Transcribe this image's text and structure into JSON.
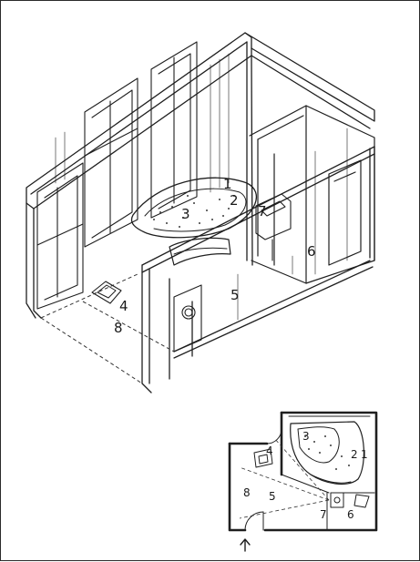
{
  "axonometric": {
    "labels": [
      {
        "key": "1",
        "text": "1"
      },
      {
        "key": "2",
        "text": "2"
      },
      {
        "key": "3",
        "text": "3"
      },
      {
        "key": "4",
        "text": "4"
      },
      {
        "key": "5",
        "text": "5"
      },
      {
        "key": "6",
        "text": "6"
      },
      {
        "key": "7",
        "text": "7"
      },
      {
        "key": "8",
        "text": "8"
      }
    ]
  },
  "plan": {
    "labels": [
      {
        "key": "1",
        "text": "1"
      },
      {
        "key": "2",
        "text": "2"
      },
      {
        "key": "3",
        "text": "3"
      },
      {
        "key": "4",
        "text": "4"
      },
      {
        "key": "5",
        "text": "5"
      },
      {
        "key": "6",
        "text": "6"
      },
      {
        "key": "7",
        "text": "7"
      },
      {
        "key": "8",
        "text": "8"
      }
    ]
  }
}
